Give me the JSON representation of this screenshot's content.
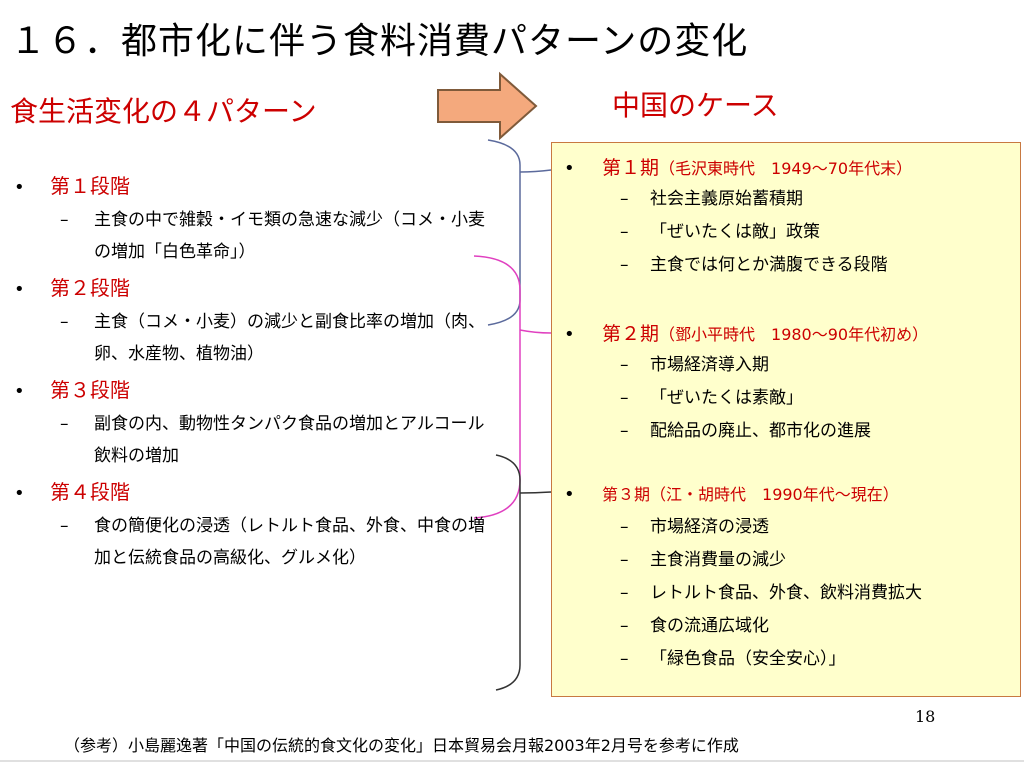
{
  "title": "１６．都市化に伴う食料消費パターンの変化",
  "left_heading": "食生活変化の４パターン",
  "right_heading": "中国のケース",
  "bullet_glyph": "•",
  "dash_glyph": "–",
  "colors": {
    "heading_red": "#cc0000",
    "arrow_orange": "#f4a97d",
    "box_fill": "#ffffcc",
    "box_border": "#c87941",
    "bracket_magenta": "#e040c0"
  },
  "stages": [
    {
      "label": "第１段階",
      "items": [
        "主食の中で雑穀・イモ類の急速な減少（コメ・小麦の増加「白色革命」）"
      ]
    },
    {
      "label": "第２段階",
      "items": [
        "主食（コメ・小麦）の減少と副食比率の増加（肉、卵、水産物、植物油）"
      ]
    },
    {
      "label": "第３段階",
      "items": [
        "副食の内、動物性タンパク食品の増加とアルコール飲料の増加"
      ]
    },
    {
      "label": "第４段階",
      "items": [
        "食の簡便化の浸透（レトルト食品、外食、中食の増加と伝統食品の高級化、グルメ化）"
      ]
    }
  ],
  "periods": [
    {
      "label": "第１期",
      "detail": "（毛沢東時代　1949～70年代末）",
      "items": [
        "社会主義原始蓄積期",
        "「ぜいたくは敵」政策",
        "主食では何とか満腹できる段階"
      ]
    },
    {
      "label": "第２期",
      "detail": "（鄧小平時代　1980～90年代初め）",
      "items": [
        "市場経済導入期",
        "「ぜいたくは素敵」",
        "配給品の廃止、都市化の進展"
      ]
    },
    {
      "label": "第３期",
      "detail": "（江・胡時代　1990年代～現在）",
      "items": [
        "市場経済の浸透",
        "主食消費量の減少",
        "レトルト食品、外食、飲料消費拡大",
        "食の流通広域化",
        "「緑色食品（安全安心）」"
      ]
    }
  ],
  "page_number": "18",
  "footer_note": "（参考）小島麗逸著「中国の伝統的食文化の変化」日本貿易会月報2003年2月号を参考に作成"
}
